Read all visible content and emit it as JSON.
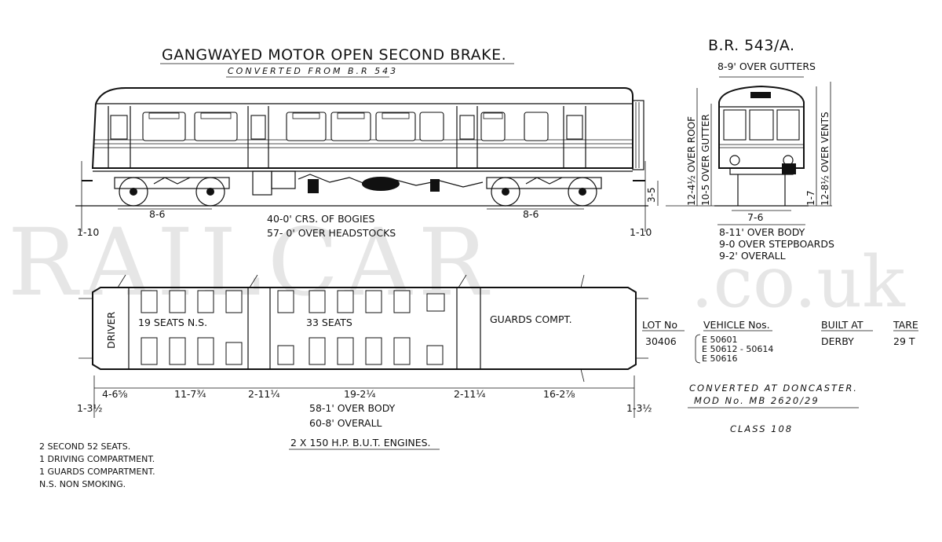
{
  "header": {
    "title": "GANGWAYED MOTOR OPEN SECOND BRAKE.",
    "subtitle": "CONVERTED FROM B.R 543",
    "diagram_ref": "B.R. 543/A."
  },
  "watermark": {
    "main": "RAILCAR",
    "suffix": ".co.uk"
  },
  "side_elevation": {
    "bogie_left_spacing": "8-6",
    "bogie_right_spacing": "8-6",
    "crs_of_bogies": "40-0' CRS. OF BOGIES",
    "over_headstocks": "57- 0' OVER HEADSTOCKS",
    "overhang_left": "1-10",
    "overhang_right": "1-10",
    "height_to_floor": "3-5"
  },
  "end_elevation": {
    "over_gutters": "8-9' OVER GUTTERS",
    "over_roof": "12-4½ OVER ROOF",
    "over_gutter": "10-5 OVER GUTTER",
    "over_vents": "12-8½ OVER VENTS",
    "step_height": "1-7",
    "bogie_width": "7-6",
    "over_body": "8-11' OVER BODY",
    "over_stepboards": "9-0 OVER STEPBOARDS",
    "overall": "9-2' OVERALL"
  },
  "plan": {
    "driver": "DRIVER",
    "ns_saloon": "19 SEATS N.S.",
    "saloon": "33 SEATS",
    "guards": "GUARDS COMPT.",
    "dims": [
      "4-6⅝",
      "11-7¾",
      "2-11¼",
      "19-2¼",
      "2-11¼",
      "16-2⅞"
    ],
    "end_left": "1-3½",
    "end_right": "1-3½",
    "over_body": "58-1' OVER BODY",
    "overall": "60-8' OVERALL",
    "engines": "2 X 150 H.P.  B.U.T. ENGINES."
  },
  "notes": [
    "2  SECOND  52 SEATS.",
    "1  DRIVING COMPARTMENT.",
    "1  GUARDS COMPARTMENT.",
    "N.S.   NON  SMOKING."
  ],
  "details": {
    "lot_header": "LOT No",
    "vehicle_header": "VEHICLE  Nos.",
    "built_header": "BUILT AT",
    "tare_header": "TARE",
    "lot": "30406",
    "vehicles": [
      "E 50601",
      "E 50612 - 50614",
      "E 50616"
    ],
    "built": "DERBY",
    "tare": "29 T",
    "converted": "CONVERTED  AT  DONCASTER.",
    "mod": "MOD  No.  MB 2620/29",
    "class": "CLASS  108"
  }
}
